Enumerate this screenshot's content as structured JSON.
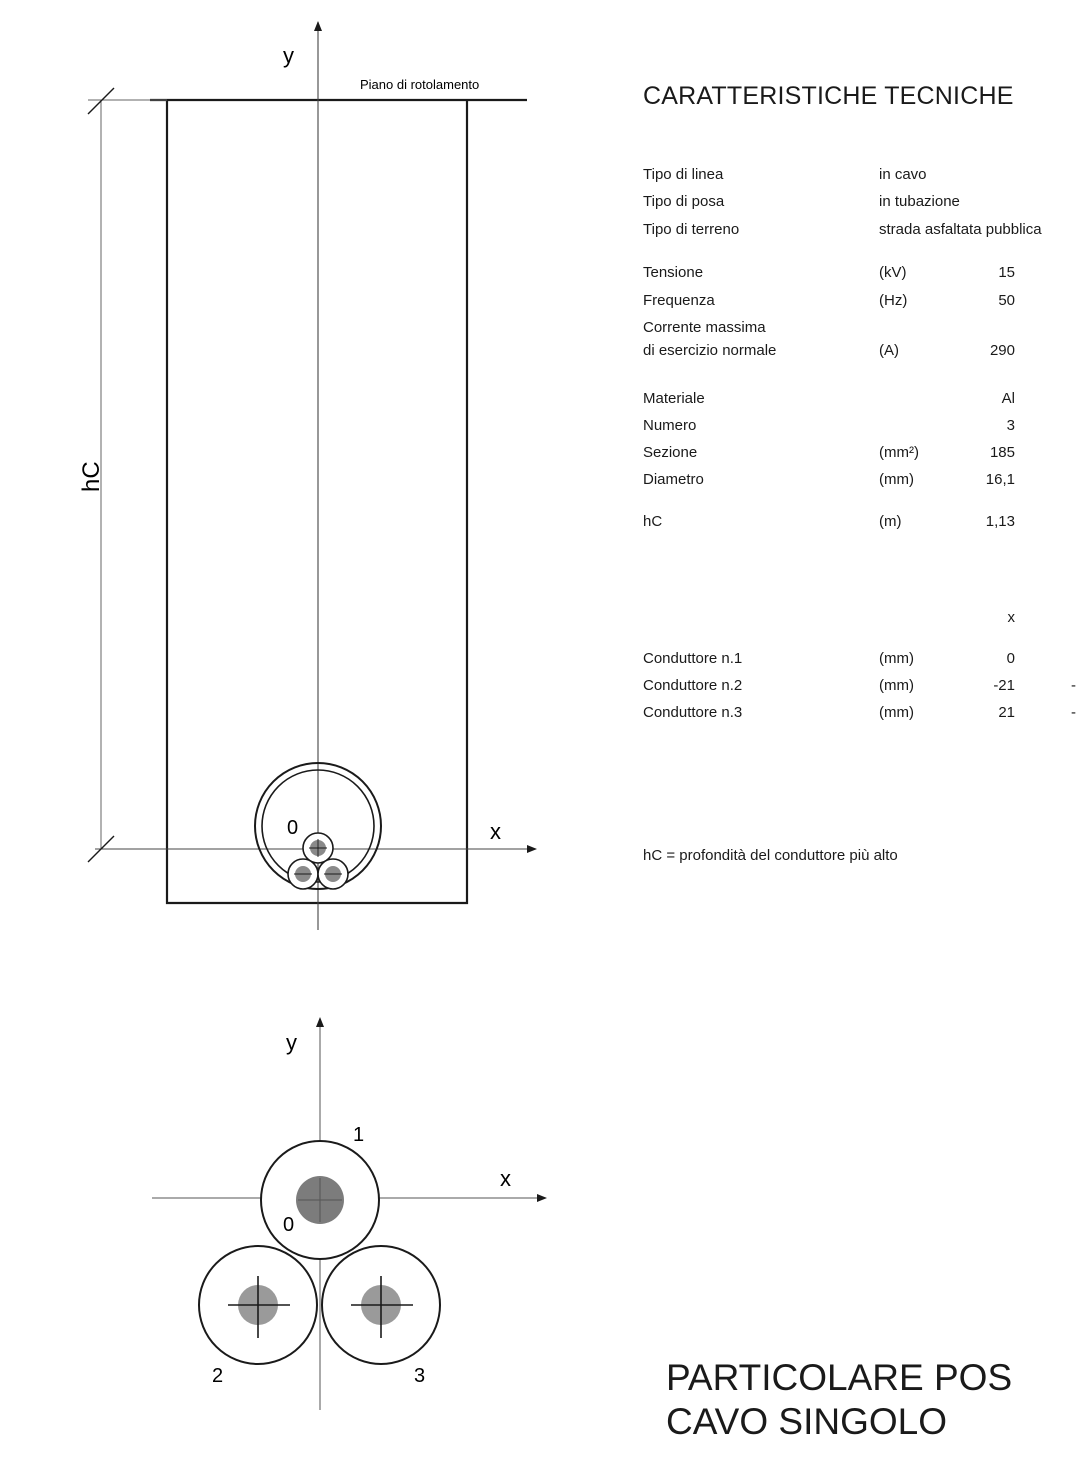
{
  "section_title": "CARATTERISTICHE TECNICHE",
  "specs": [
    {
      "label": "Tipo di linea",
      "value": "in cavo"
    },
    {
      "label": "Tipo di posa",
      "value": "in tubazione"
    },
    {
      "label": "Tipo di terreno",
      "value": "strada asfaltata pubblica"
    }
  ],
  "electrical": [
    {
      "label": "Tensione",
      "unit": "(kV)",
      "value": "15"
    },
    {
      "label": "Frequenza",
      "unit": "(Hz)",
      "value": "50"
    },
    {
      "label": "Corrente massima",
      "label2": "di esercizio normale",
      "unit": "(A)",
      "value": "290"
    }
  ],
  "cable": [
    {
      "label": "Materiale",
      "unit": "",
      "value": "Al"
    },
    {
      "label": "Numero",
      "unit": "",
      "value": "3"
    },
    {
      "label": "Sezione",
      "unit": "(mm²)",
      "value": "185"
    },
    {
      "label": "Diametro",
      "unit": "(mm)",
      "value": "16,1"
    },
    {
      "label": "hC",
      "unit": "(m)",
      "value": "1,13"
    }
  ],
  "coords_header_x": "x",
  "conductors": [
    {
      "label": "Conduttore n.1",
      "unit": "(mm)",
      "x": "0",
      "y_fragment": ""
    },
    {
      "label": "Conduttore n.2",
      "unit": "(mm)",
      "x": "-21",
      "y_fragment": "-"
    },
    {
      "label": "Conduttore n.3",
      "unit": "(mm)",
      "x": "21",
      "y_fragment": "-"
    }
  ],
  "note": "hC = profondità del conduttore più alto",
  "title_line1": "PARTICOLARE POS",
  "title_line2": "CAVO SINGOLO",
  "diagram_top": {
    "y_axis": "y",
    "x_axis": "x",
    "origin": "0",
    "surface_label": "Piano di rotolamento",
    "depth_label": "hC"
  },
  "diagram_bottom": {
    "y_axis": "y",
    "x_axis": "x",
    "origin": "0",
    "conductor_1": "1",
    "conductor_2": "2",
    "conductor_3": "3"
  },
  "colors": {
    "line": "#1a1a1a",
    "axis": "#555555",
    "core_fill": "#8a8a8a",
    "core_dark": "#6d6d6d"
  }
}
